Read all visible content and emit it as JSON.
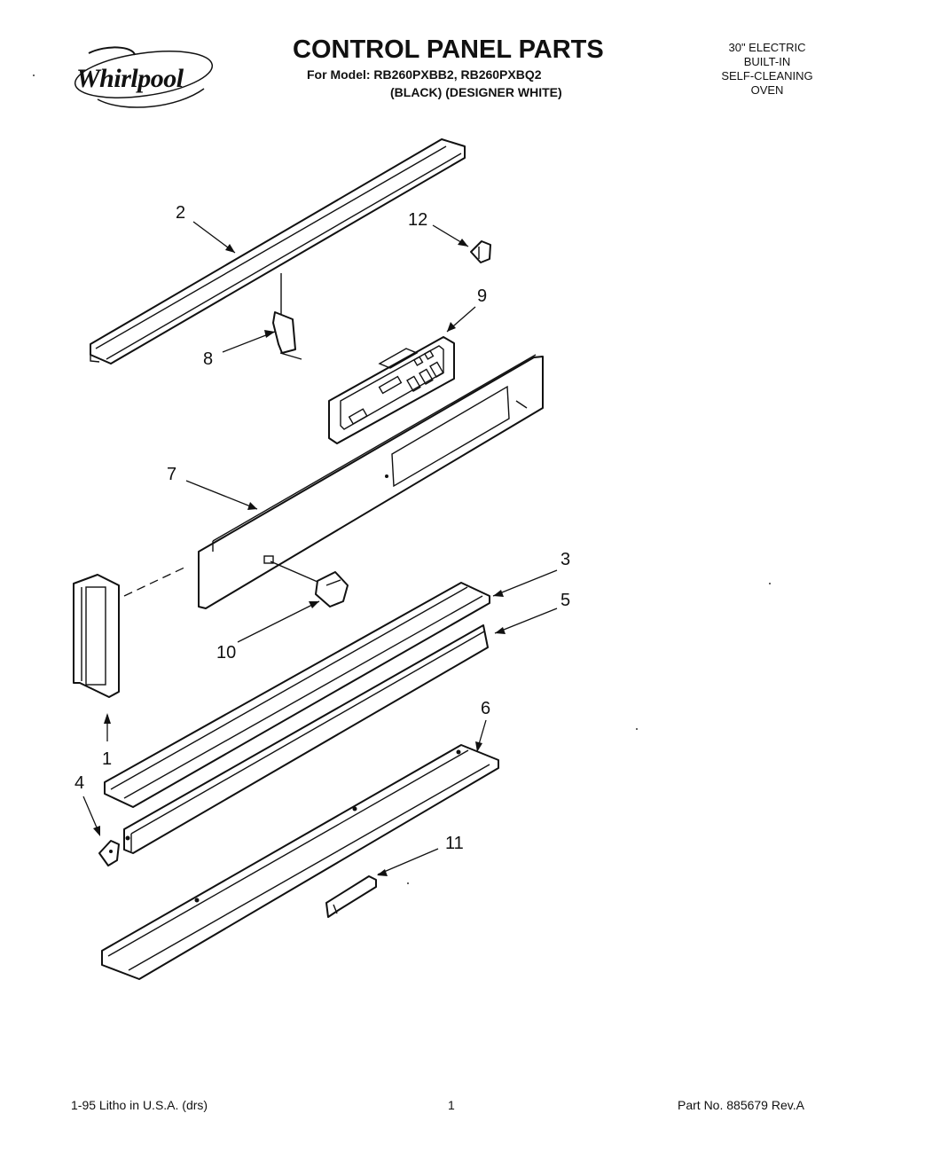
{
  "brand": {
    "name": "Whirlpool"
  },
  "header": {
    "title": "CONTROL PANEL PARTS",
    "model_line": "For Model: RB260PXBB2, RB260PXBQ2",
    "finish_line": "(BLACK)  (DESIGNER WHITE)",
    "oven_type": [
      "30\" ELECTRIC",
      "BUILT-IN",
      "SELF-CLEANING",
      "OVEN"
    ]
  },
  "callouts": [
    "2",
    "12",
    "9",
    "8",
    "7",
    "3",
    "5",
    "10",
    "1",
    "6",
    "4",
    "11"
  ],
  "footer": {
    "litho": "1-95 Litho in U.S.A. (drs)",
    "page": "1",
    "part_no": "Part No. 885679 Rev.A"
  }
}
